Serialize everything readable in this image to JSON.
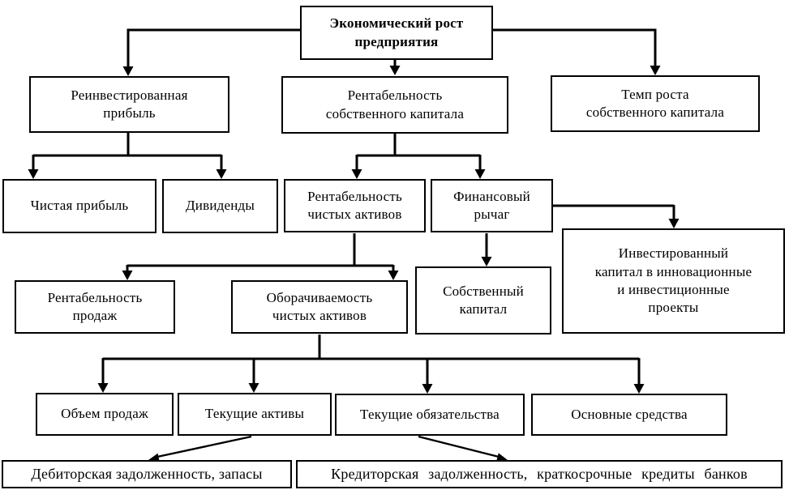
{
  "diagram": {
    "type": "flowchart",
    "language": "ru",
    "title": "Экономический рост предприятия",
    "colors": {
      "line": "#000000",
      "box_border": "#000000",
      "background": "#ffffff",
      "text": "#000000"
    },
    "nodes": {
      "economic_growth": {
        "label": "Экономический рост\nпредприятия"
      },
      "reinvested_profit": {
        "label": "Реинвестированная\nприбыль"
      },
      "return_on_equity": {
        "label": "Рентабельность\nсобственного капитала"
      },
      "equity_growth_rate": {
        "label": "Темп роста\nсобственного капитала"
      },
      "net_profit": {
        "label": "Чистая прибыль"
      },
      "dividends": {
        "label": "Дивиденды"
      },
      "return_on_net_assets": {
        "label": "Рентабельность\nчистых активов"
      },
      "financial_leverage": {
        "label": "Финансовый\nрычаг"
      },
      "invested_capital": {
        "label": "Инвестированный\nкапитал в инновационные\nи инвестиционные\nпроекты"
      },
      "return_on_sales": {
        "label": "Рентабельность\nпродаж"
      },
      "net_assets_turnover": {
        "label": "Оборачиваемость\nчистых активов"
      },
      "equity_capital": {
        "label": "Собственный\nкапитал"
      },
      "sales_volume": {
        "label": "Объем продаж"
      },
      "current_assets": {
        "label": "Текущие активы"
      },
      "current_liabilities": {
        "label": "Текущие обязательства"
      },
      "fixed_assets": {
        "label": "Основные средства"
      },
      "receivables_inventory": {
        "label": "Дебиторская задолженность, запасы"
      },
      "payables_short_term": {
        "label": "Кредиторская задолженность, краткосрочные кредиты банков"
      }
    },
    "edges": [
      {
        "from": "economic_growth",
        "to": "reinvested_profit"
      },
      {
        "from": "economic_growth",
        "to": "return_on_equity"
      },
      {
        "from": "economic_growth",
        "to": "equity_growth_rate"
      },
      {
        "from": "reinvested_profit",
        "to": "net_profit"
      },
      {
        "from": "reinvested_profit",
        "to": "dividends"
      },
      {
        "from": "return_on_equity",
        "to": "return_on_net_assets"
      },
      {
        "from": "return_on_equity",
        "to": "financial_leverage"
      },
      {
        "from": "financial_leverage",
        "to": "invested_capital"
      },
      {
        "from": "financial_leverage",
        "to": "equity_capital"
      },
      {
        "from": "return_on_net_assets",
        "to": "return_on_sales"
      },
      {
        "from": "return_on_net_assets",
        "to": "net_assets_turnover"
      },
      {
        "from": "net_assets_turnover",
        "to": "sales_volume"
      },
      {
        "from": "net_assets_turnover",
        "to": "current_assets"
      },
      {
        "from": "net_assets_turnover",
        "to": "current_liabilities"
      },
      {
        "from": "net_assets_turnover",
        "to": "fixed_assets"
      },
      {
        "from": "current_assets",
        "to": "receivables_inventory"
      },
      {
        "from": "current_liabilities",
        "to": "payables_short_term"
      }
    ]
  }
}
